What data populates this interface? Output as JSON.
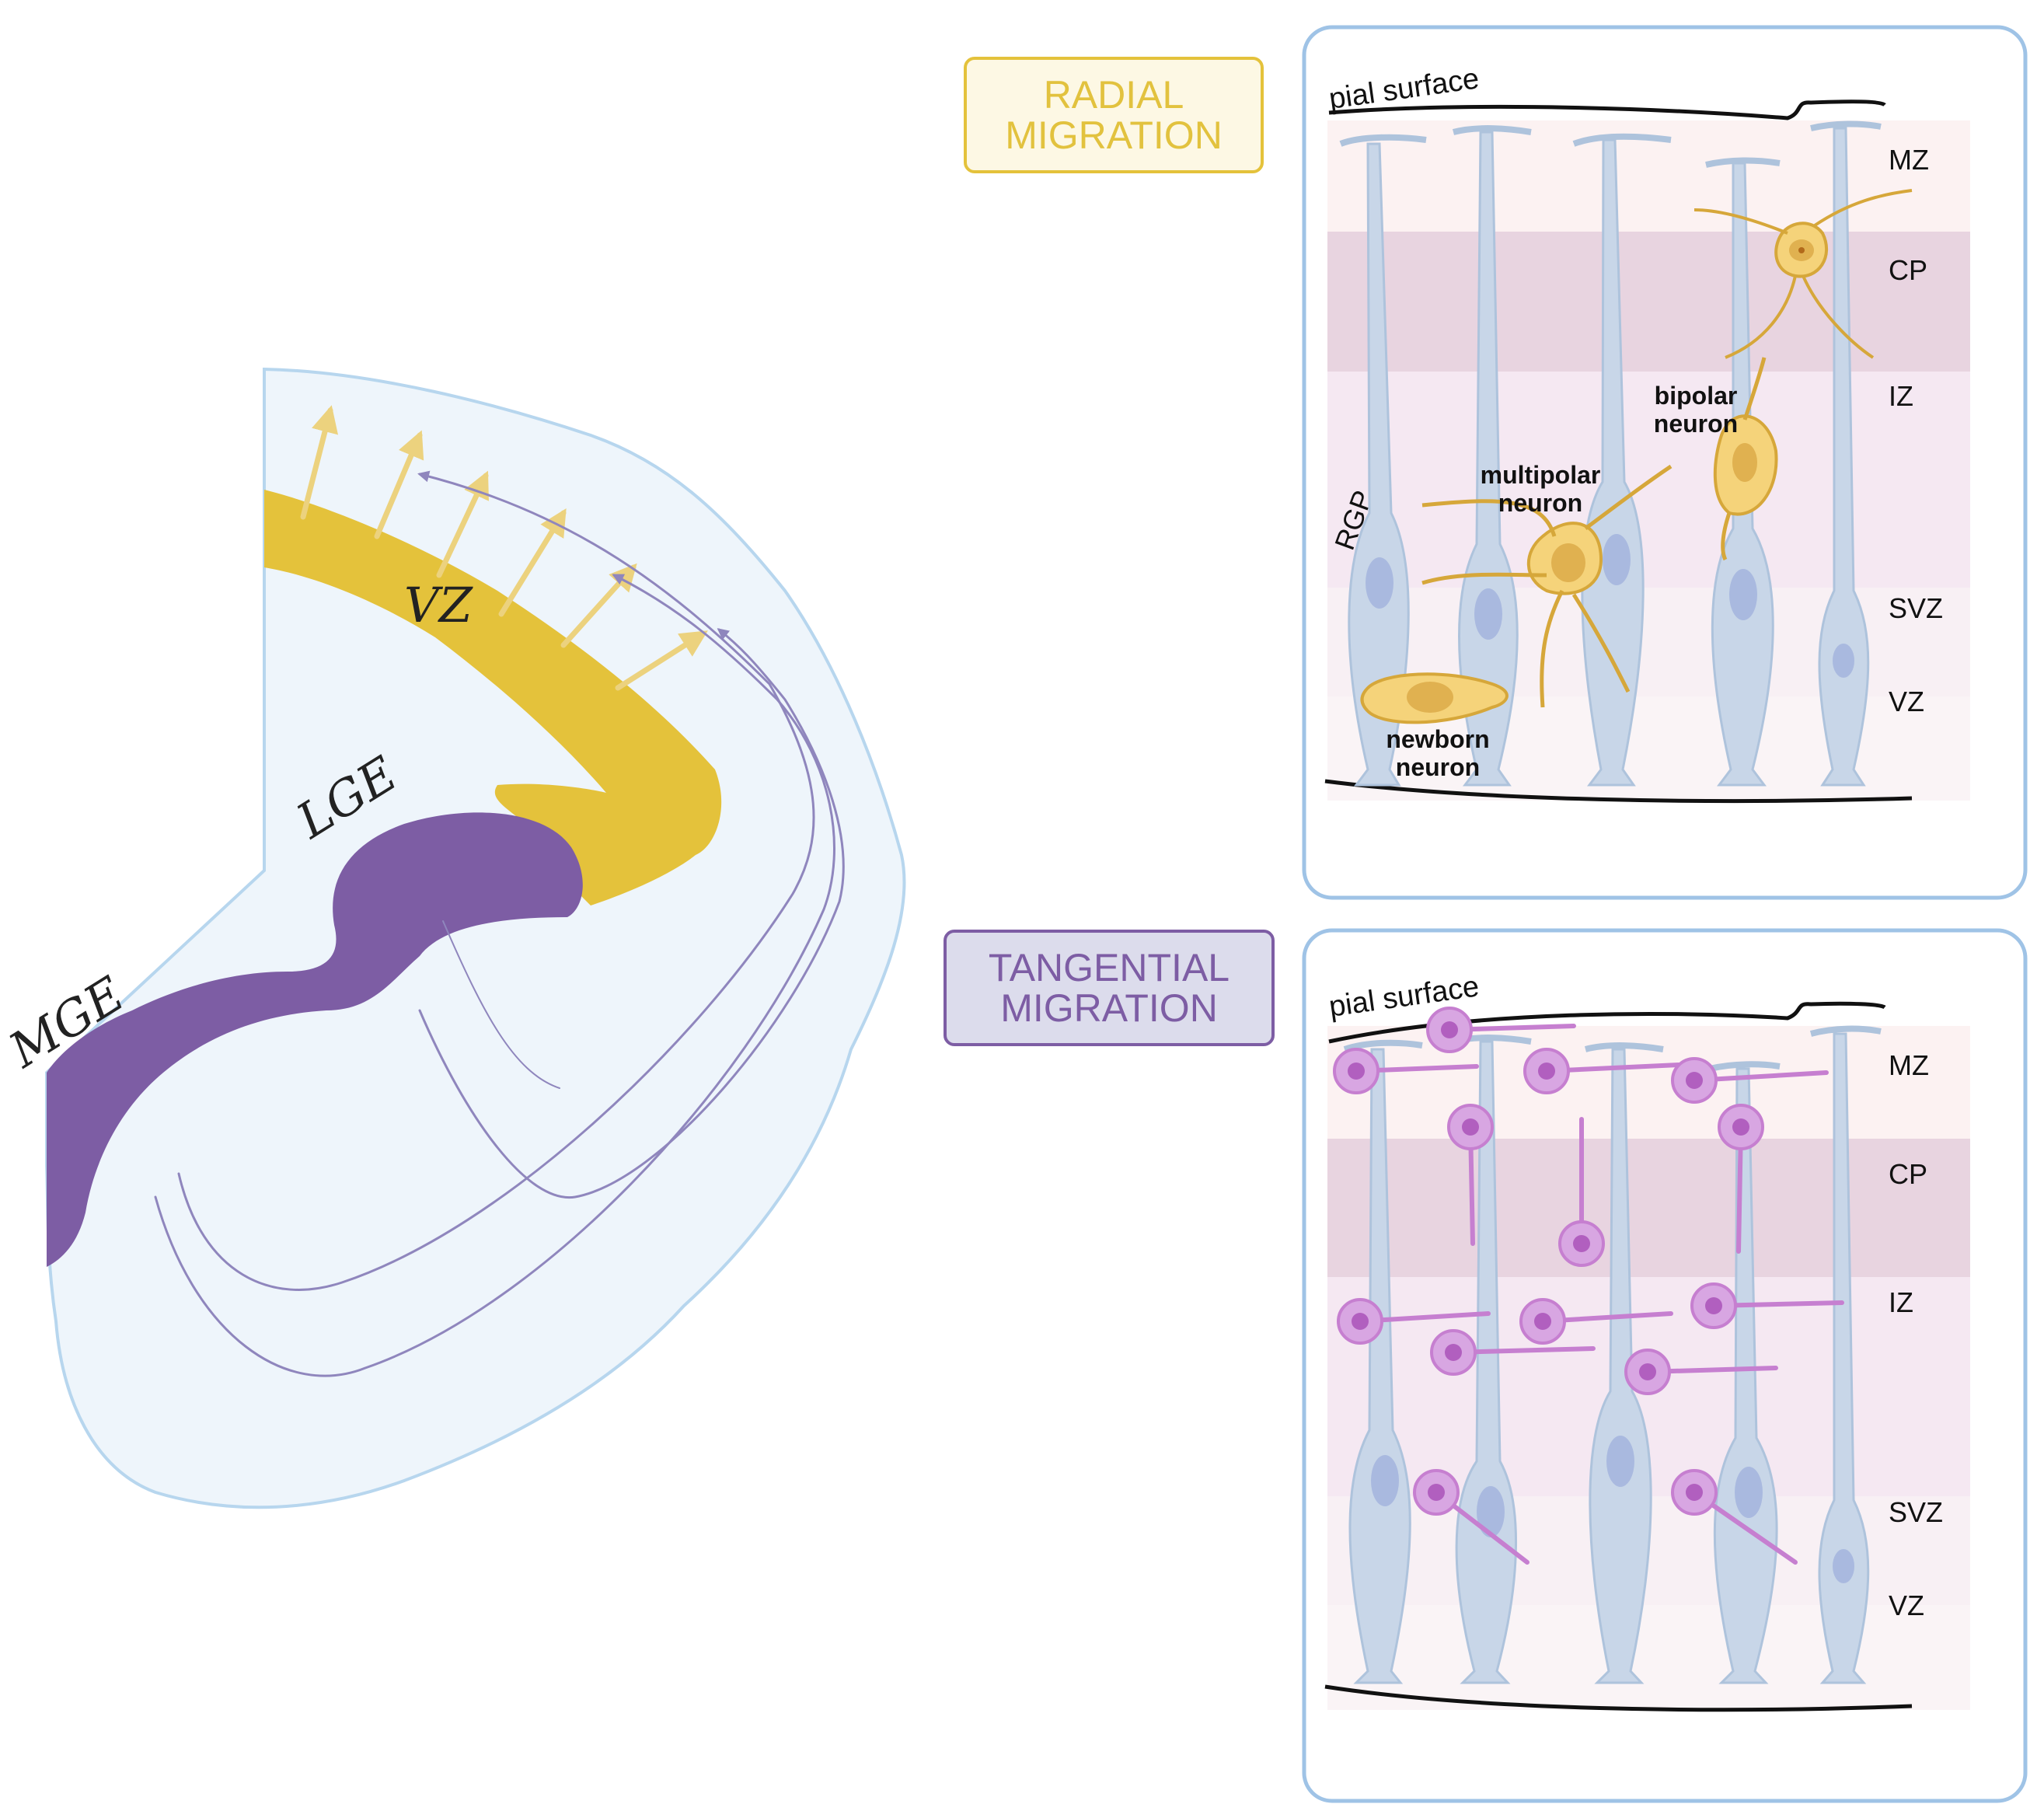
{
  "brain": {
    "labels": {
      "vz": "VZ",
      "lge": "LGE",
      "mge": "MGE"
    }
  },
  "tags": {
    "radial": {
      "line1": "RADIAL",
      "line2": "MIGRATION"
    },
    "tangential": {
      "line1": "TANGENTIAL",
      "line2": "MIGRATION"
    }
  },
  "panels": {
    "radial": {
      "pial_surface": "pial surface",
      "zones": [
        "MZ",
        "CP",
        "IZ",
        "SVZ",
        "VZ"
      ],
      "rgp_label": "RGP",
      "neuron_labels": {
        "bipolar_1": "bipolar",
        "bipolar_2": "neuron",
        "multipolar_1": "multipolar",
        "multipolar_2": "neuron",
        "newborn_1": "newborn",
        "newborn_2": "neuron"
      }
    },
    "tangential": {
      "pial_surface": "pial surface",
      "zones": [
        "MZ",
        "CP",
        "IZ",
        "SVZ",
        "VZ"
      ]
    }
  },
  "colors": {
    "radial_accent": "#e4c23b",
    "tangential_accent": "#7d5da4",
    "rgp_cell": "#c8d6e8",
    "migrating_interneuron": "#cf9ad8",
    "panel_border": "#9fc3e6"
  }
}
